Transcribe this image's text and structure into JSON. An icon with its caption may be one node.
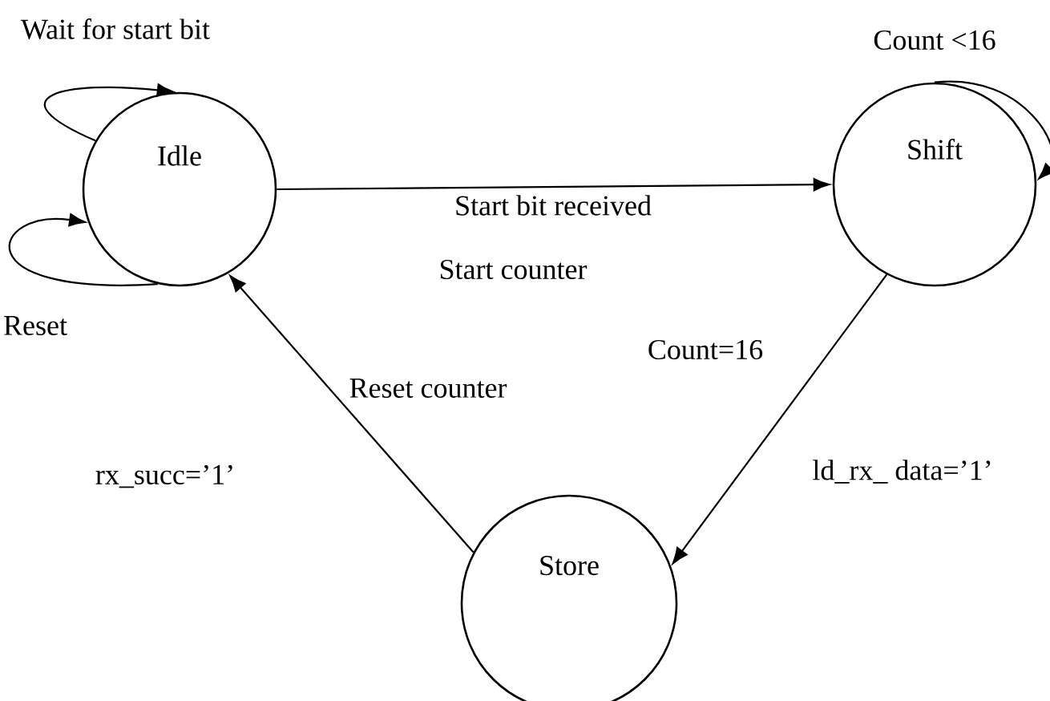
{
  "diagram": {
    "nodes": [
      {
        "text": [
          "Idle"
        ]
      },
      {
        "text": [
          "Shift"
        ]
      },
      {
        "text": [
          "Store"
        ]
      }
    ],
    "edges": [
      {
        "from": 0,
        "to": 0,
        "arrow": "to",
        "label": "Wait for start  bit"
      },
      {
        "from": 0,
        "to": 0,
        "arrow": "to",
        "label": "Reset"
      },
      {
        "from": 0,
        "to": 1,
        "arrow": "to",
        "label": "Start bit received"
      },
      {
        "from": 1,
        "to": 1,
        "arrow": "to",
        "label": "Count <16"
      },
      {
        "from": 1,
        "to": 2,
        "arrow": "to",
        "label": "ld_rx_ data=’1’"
      },
      {
        "from": 2,
        "to": 0,
        "arrow": "to",
        "label": "Reset counter"
      }
    ],
    "labels": [
      "Start counter",
      "Count=16",
      "rx_succ=’1’"
    ]
  }
}
